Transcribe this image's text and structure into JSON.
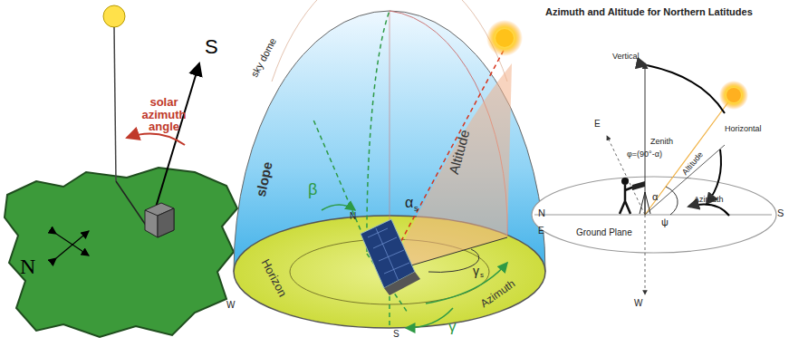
{
  "diagram": {
    "labels": [
      "solar azimuth angle",
      "S",
      "N",
      "sky dome",
      "slope",
      "β",
      "N",
      "α",
      "s",
      "Altitude",
      "E",
      "W",
      "S",
      "Horizon",
      "γ",
      "Azimuth",
      "γ",
      "s",
      "Azimuth and Altitude for Northern Latitudes",
      "Vertical",
      "E",
      "Zenith",
      "φ=(90°-α)",
      "Altitude",
      "Horizontal",
      "N",
      "α",
      "ψ",
      "Azimuth",
      "S",
      "Ground Plane",
      "W"
    ]
  }
}
